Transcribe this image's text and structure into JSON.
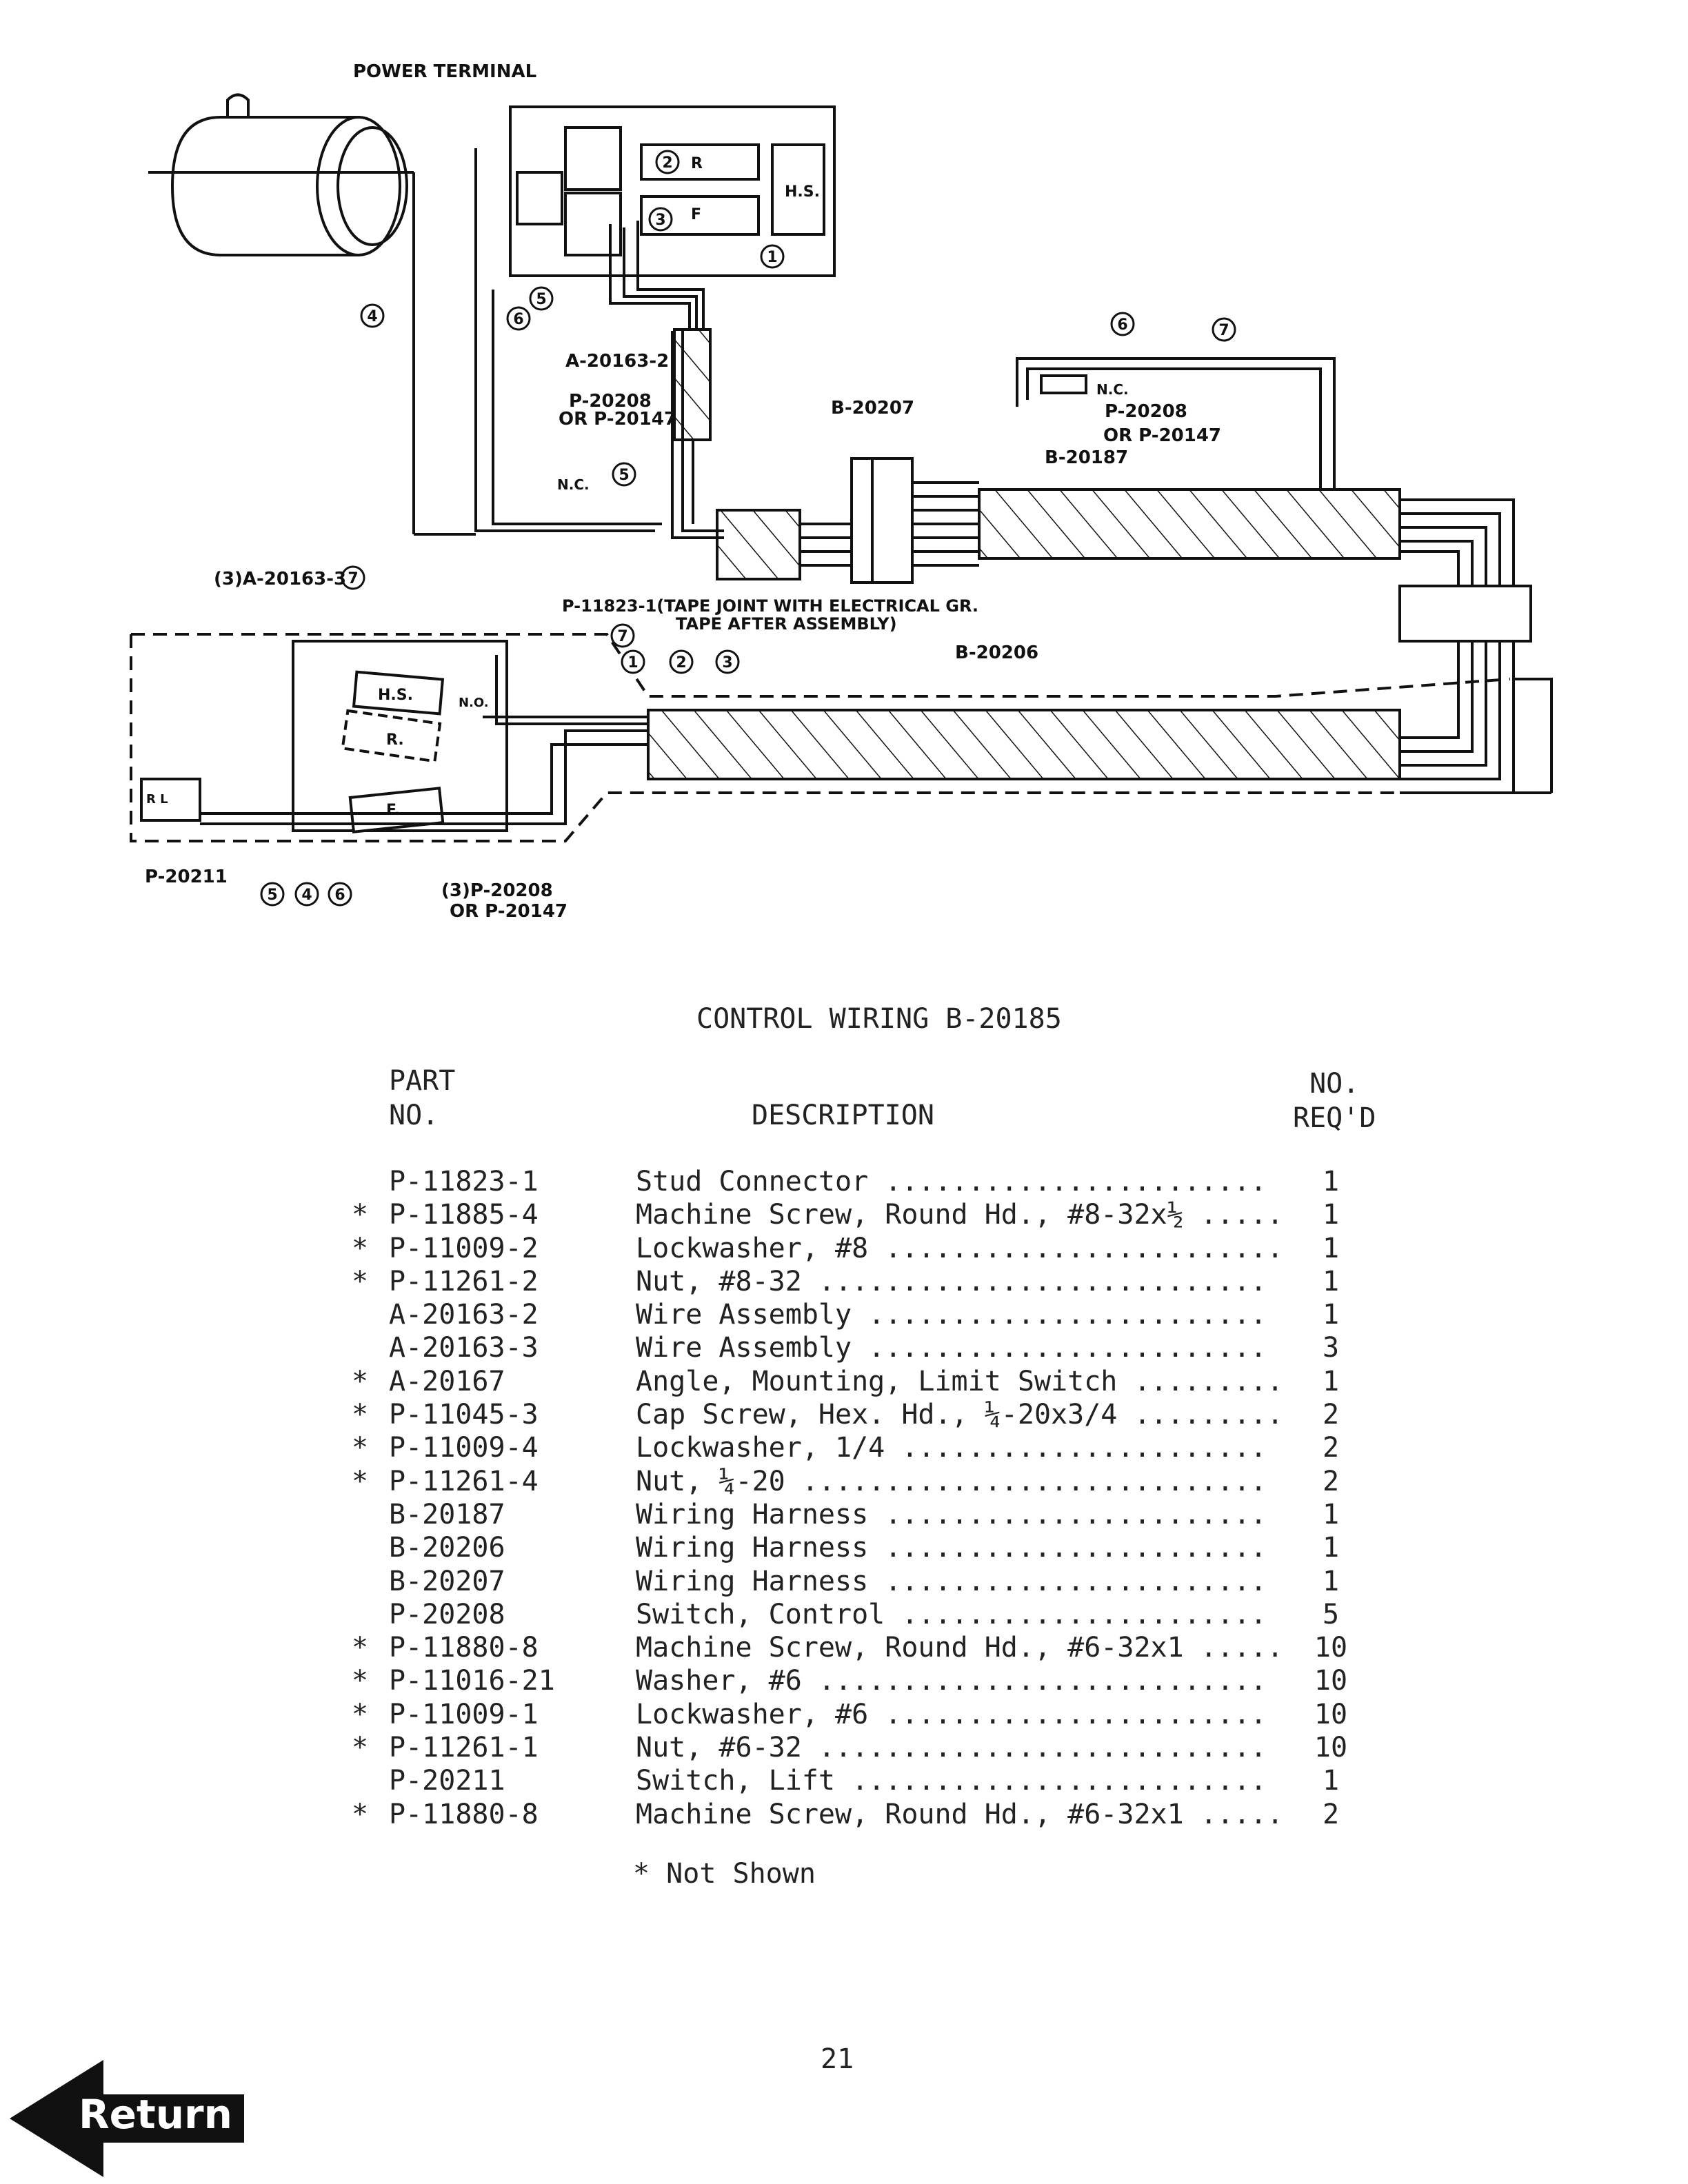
{
  "diagram": {
    "labels": {
      "power_terminal": "POWER TERMINAL",
      "hs_top": "H.S.",
      "r_top": "R",
      "f_top": "F",
      "a20163_2": "A-20163-2",
      "p20208_a": "P-20208",
      "or_p20147_a": "OR P-20147",
      "nc_a": "N.C.",
      "b20207": "B-20207",
      "nc_b": "N.C.",
      "p20208_b": "P-20208",
      "or_p20147_b": "OR P-20147",
      "b20187": "B-20187",
      "a20163_3": "(3)A-20163-3",
      "p11823_line1": "P-11823-1(TAPE JOINT WITH ELECTRICAL GR.",
      "p11823_line2": "TAPE AFTER ASSEMBLY)",
      "b20206": "B-20206",
      "hs_bot": "H.S.",
      "r_bot": "R.",
      "f_bot": "F.",
      "no": "N.O.",
      "p20211": "P-20211",
      "p20208_c": "(3)P-20208",
      "or_p20147_c": "OR P-20147",
      "rl": "R L"
    },
    "callouts": {
      "c1": "1",
      "c2": "2",
      "c3": "3",
      "c4": "4",
      "c5": "5",
      "c6": "6",
      "c7": "7"
    }
  },
  "caption": "CONTROL WIRING B-20185",
  "table": {
    "header_part_1": "PART",
    "header_part_2": "NO.",
    "header_desc": "DESCRIPTION",
    "header_req_1": "NO.",
    "header_req_2": "REQ'D",
    "rows": [
      {
        "star": "",
        "part": "P-11823-1",
        "desc": "Stud Connector .......................",
        "qty": "1"
      },
      {
        "star": "*",
        "part": "P-11885-4",
        "desc": "Machine Screw, Round Hd., #8-32x½ .....",
        "qty": "1"
      },
      {
        "star": "*",
        "part": "P-11009-2",
        "desc": "Lockwasher, #8 ........................",
        "qty": "1"
      },
      {
        "star": "*",
        "part": "P-11261-2",
        "desc": "Nut, #8-32 ...........................",
        "qty": "1"
      },
      {
        "star": "",
        "part": "A-20163-2",
        "desc": "Wire Assembly ........................",
        "qty": "1"
      },
      {
        "star": "",
        "part": "A-20163-3",
        "desc": "Wire Assembly ........................",
        "qty": "3"
      },
      {
        "star": "*",
        "part": "A-20167",
        "desc": "Angle, Mounting, Limit Switch .........",
        "qty": "1"
      },
      {
        "star": "*",
        "part": "P-11045-3",
        "desc": "Cap Screw, Hex. Hd., ¼-20x3/4 .........",
        "qty": "2"
      },
      {
        "star": "*",
        "part": "P-11009-4",
        "desc": "Lockwasher, 1/4 ......................",
        "qty": "2"
      },
      {
        "star": "*",
        "part": "P-11261-4",
        "desc": "Nut, ¼-20 ............................",
        "qty": "2"
      },
      {
        "star": "",
        "part": "B-20187",
        "desc": "Wiring Harness .......................",
        "qty": "1"
      },
      {
        "star": "",
        "part": "B-20206",
        "desc": "Wiring Harness .......................",
        "qty": "1"
      },
      {
        "star": "",
        "part": "B-20207",
        "desc": "Wiring Harness .......................",
        "qty": "1"
      },
      {
        "star": "",
        "part": "P-20208",
        "desc": "Switch, Control ......................",
        "qty": "5"
      },
      {
        "star": "*",
        "part": "P-11880-8",
        "desc": "Machine Screw, Round Hd., #6-32x1 .....",
        "qty": "10"
      },
      {
        "star": "*",
        "part": "P-11016-21",
        "desc": "Washer, #6 ...........................",
        "qty": "10"
      },
      {
        "star": "*",
        "part": "P-11009-1",
        "desc": "Lockwasher, #6 .......................",
        "qty": "10"
      },
      {
        "star": "*",
        "part": "P-11261-1",
        "desc": "Nut, #6-32 ...........................",
        "qty": "10"
      },
      {
        "star": "",
        "part": "P-20211",
        "desc": "Switch, Lift .........................",
        "qty": "1"
      },
      {
        "star": "*",
        "part": "P-11880-8",
        "desc": "Machine Screw, Round Hd., #6-32x1 .....",
        "qty": "2"
      }
    ]
  },
  "note": "* Not Shown",
  "page_number": "21",
  "return_label": "Return"
}
